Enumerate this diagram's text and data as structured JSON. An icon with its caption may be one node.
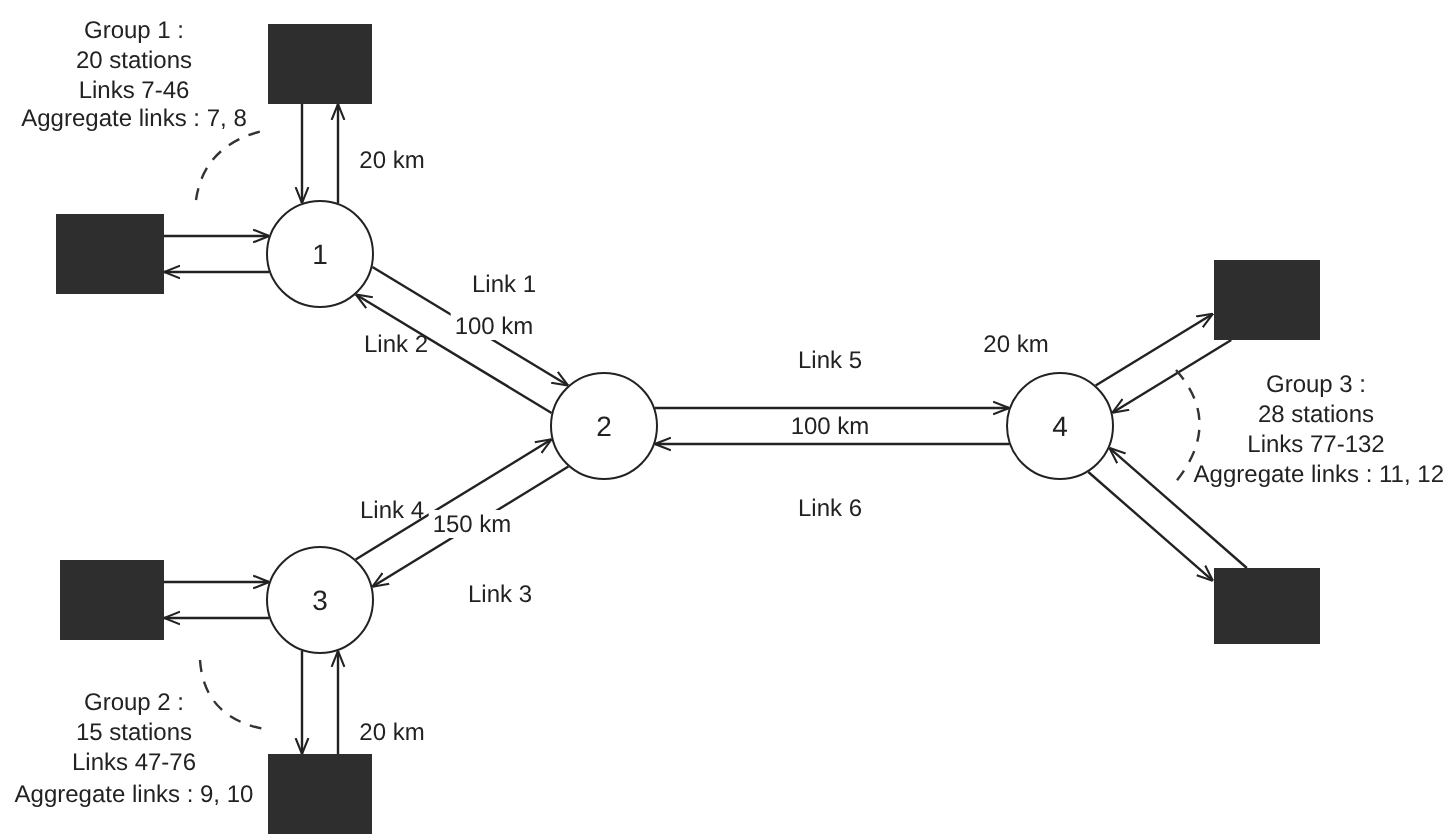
{
  "diagram": {
    "nodes": [
      {
        "text": [],
        "shape": "box"
      },
      {
        "text": [],
        "shape": "box"
      },
      {
        "text": [
          "1"
        ]
      },
      {
        "text": [
          "2"
        ]
      },
      {
        "text": [
          "4"
        ]
      },
      {
        "text": [],
        "shape": "box"
      },
      {
        "text": [
          "3"
        ]
      },
      {
        "text": [],
        "shape": "box"
      },
      {
        "text": [],
        "shape": "box"
      },
      {
        "text": [],
        "shape": "box"
      }
    ],
    "edges": [
      {
        "from": 0,
        "to": 2,
        "arrow": "to"
      },
      {
        "from": 2,
        "to": 0,
        "arrow": "to"
      },
      {
        "from": 1,
        "to": 2,
        "arrow": "to"
      },
      {
        "from": 2,
        "to": 1,
        "arrow": "to"
      },
      {
        "from": 2,
        "to": 3,
        "arrow": "to",
        "label": "Link 1"
      },
      {
        "from": 3,
        "to": 2,
        "arrow": "to",
        "label": "Link 2"
      },
      {
        "from": 3,
        "to": 4,
        "arrow": "to",
        "label": "Link 5"
      },
      {
        "from": 4,
        "to": 3,
        "arrow": "to",
        "label": "Link 6"
      },
      {
        "from": 4,
        "to": 5,
        "arrow": "to"
      },
      {
        "from": 5,
        "to": 4,
        "arrow": "to"
      },
      {
        "from": 8,
        "to": 4,
        "arrow": "to"
      },
      {
        "from": 4,
        "to": 8,
        "arrow": "to"
      },
      {
        "from": 6,
        "to": 3,
        "arrow": "to",
        "label": "Link 4"
      },
      {
        "from": 3,
        "to": 6,
        "arrow": "to",
        "label": "Link 3"
      },
      {
        "from": 7,
        "to": 6,
        "arrow": "to"
      },
      {
        "from": 6,
        "to": 7,
        "arrow": "to"
      },
      {
        "from": 6,
        "to": 9,
        "arrow": "to"
      },
      {
        "from": 9,
        "to": 6,
        "arrow": "to"
      }
    ],
    "labels": [
      "Group 1 :",
      "20 stations",
      "Links 7-46",
      "Aggregate links : 7, 8",
      "20 km",
      "100 km",
      "20 km",
      "Group 3 :",
      "28 stations",
      "Links 77-132",
      "Aggregate links : 11, 12",
      "100 km",
      "150 km",
      "Group 2 :",
      "15 stations",
      "Links 47-76",
      "Aggregate links : 9, 10",
      "20 km"
    ]
  }
}
